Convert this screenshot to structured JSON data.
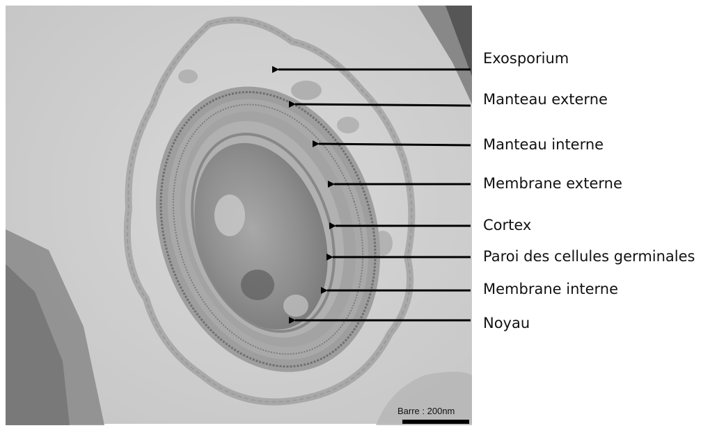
{
  "labels": [
    "Exosporium",
    "Manteau externe",
    "Manteau interne",
    "Membrane externe",
    "Cortex",
    "Paroi des cellules germinales",
    "Membrane interne",
    "Noyau"
  ],
  "scale_bar": {
    "text": "Barre : 200nm"
  },
  "colors": {
    "image_bg": "#d2d2d2",
    "arrow": "#000000",
    "text": "#111111"
  }
}
